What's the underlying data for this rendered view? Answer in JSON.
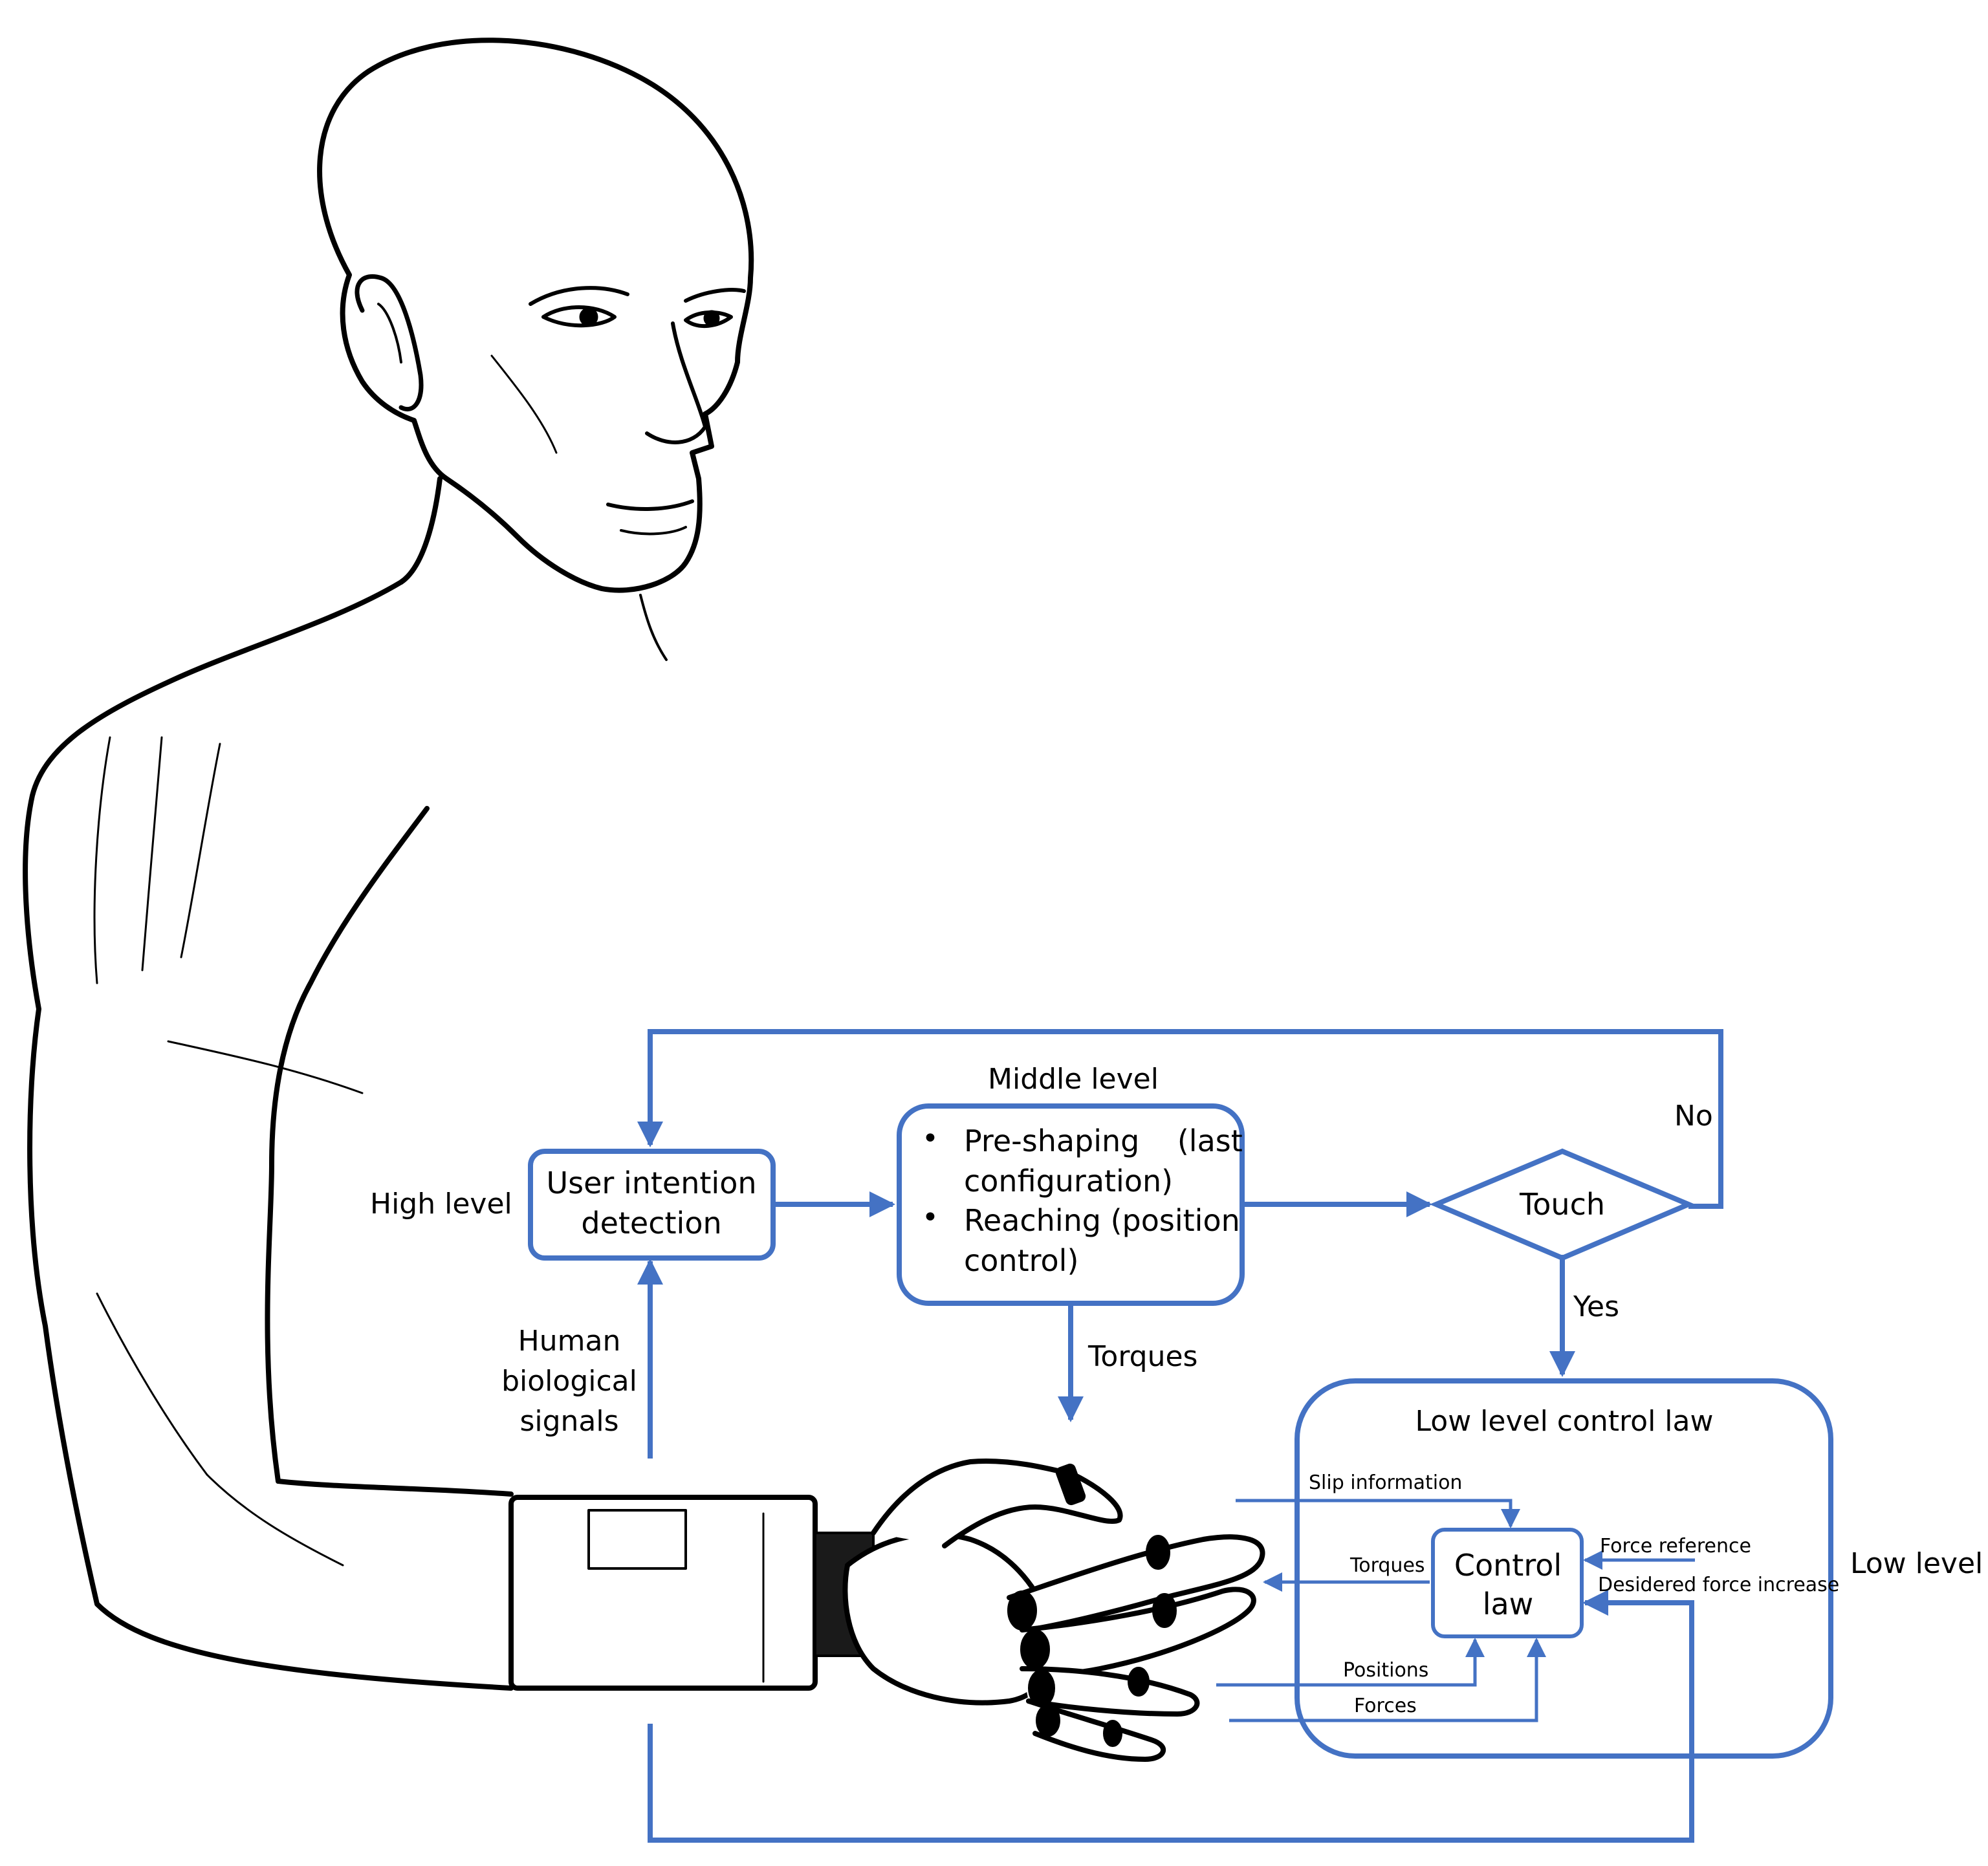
{
  "colors": {
    "flow": "#4472C4",
    "ink": "#000000",
    "background": "#ffffff"
  },
  "illustration": {
    "subject": "human-with-prosthetic-hand"
  },
  "levels": {
    "high": "High level",
    "middle": "Middle level",
    "low": "Low level"
  },
  "nodes": {
    "user_intention": [
      "User intention",
      "detection"
    ],
    "middle_bullets": [
      [
        "Pre-shaping    (last",
        "configuration)"
      ],
      [
        "Reaching (position",
        "control)"
      ]
    ],
    "touch": "Touch",
    "low_level_title": "Low level control law",
    "control_law": [
      "Control",
      "law"
    ]
  },
  "edges": {
    "no": "No",
    "yes": "Yes",
    "torques": "Torques",
    "human_signals": [
      "Human",
      "biological",
      "signals"
    ]
  },
  "low_level_signals": {
    "slip": "Slip information",
    "torques": "Torques",
    "force_reference": "Force reference",
    "desired_force_increase": "Desidered force increase",
    "positions": "Positions",
    "forces": "Forces"
  }
}
